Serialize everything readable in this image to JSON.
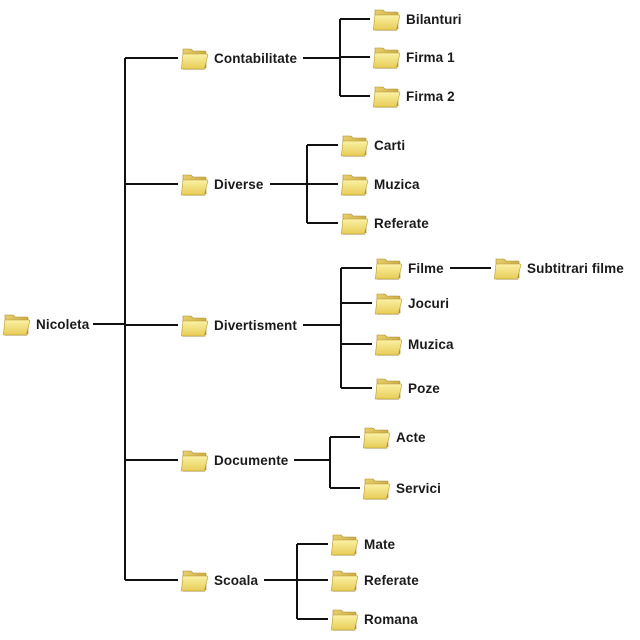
{
  "diagram": {
    "type": "folder-tree",
    "folder_color": "#f3e27a",
    "folder_shade": "#c9a93a",
    "line_color": "#111111",
    "root": {
      "label": "Nicoleta",
      "children": [
        {
          "label": "Contabilitate",
          "children": [
            {
              "label": "Bilanturi"
            },
            {
              "label": "Firma 1"
            },
            {
              "label": "Firma 2"
            }
          ]
        },
        {
          "label": "Diverse",
          "children": [
            {
              "label": "Carti"
            },
            {
              "label": "Muzica"
            },
            {
              "label": "Referate"
            }
          ]
        },
        {
          "label": "Divertisment",
          "children": [
            {
              "label": "Filme",
              "children": [
                {
                  "label": "Subtitrari filme"
                }
              ]
            },
            {
              "label": "Jocuri"
            },
            {
              "label": "Muzica"
            },
            {
              "label": "Poze"
            }
          ]
        },
        {
          "label": "Documente",
          "children": [
            {
              "label": "Acte"
            },
            {
              "label": "Servici"
            }
          ]
        },
        {
          "label": "Scoala",
          "children": [
            {
              "label": "Mate"
            },
            {
              "label": "Referate"
            },
            {
              "label": "Romana"
            }
          ]
        }
      ]
    }
  }
}
